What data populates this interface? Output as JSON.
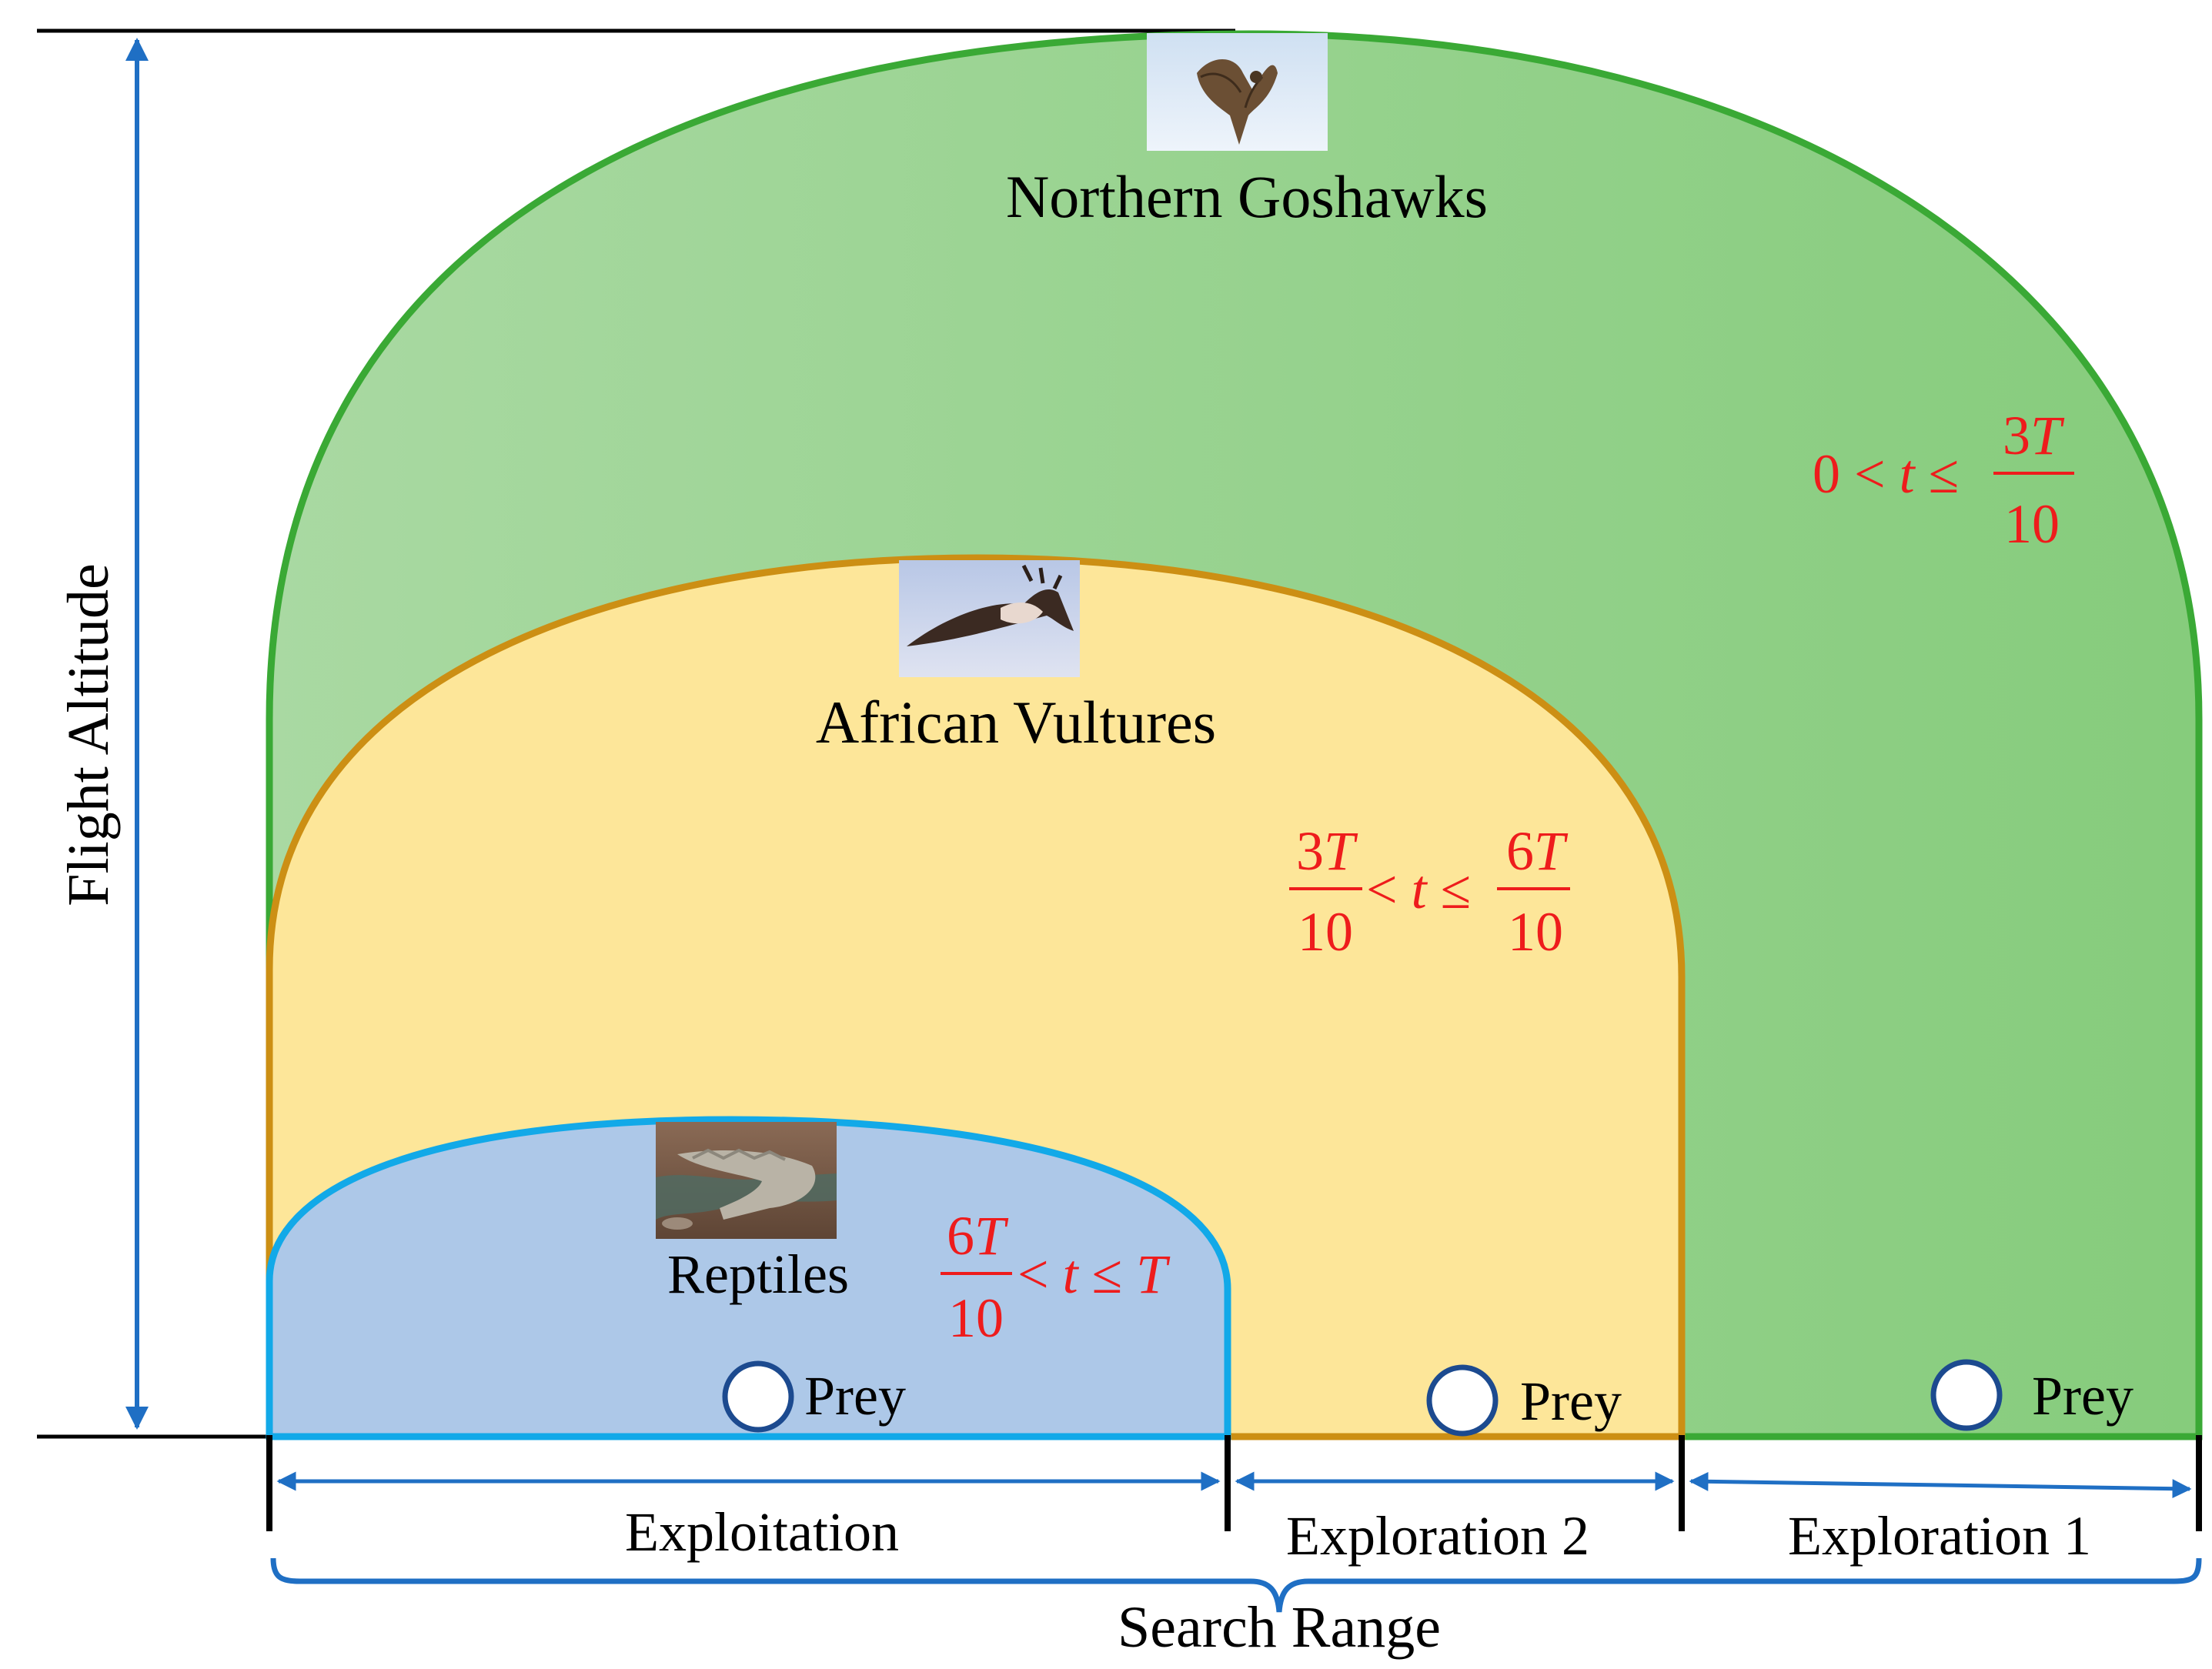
{
  "axis": {
    "vertical_label": "Flight Altitude",
    "horizontal_label": "Search Range"
  },
  "regions": {
    "goshawks": {
      "label": "Northern Goshawks",
      "photo": "northern-goshawk-photo",
      "condition": {
        "left": "0 < ",
        "var": "t",
        "op": " ≤ ",
        "num": "3",
        "num_var": "T",
        "den": "10"
      }
    },
    "vultures": {
      "label": "African Vultures",
      "photo": "african-vulture-photo",
      "condition": {
        "num1": "3",
        "num1_var": "T",
        "den1": "10",
        "op1": " < ",
        "var": "t",
        "op2": " ≤ ",
        "num2": "6",
        "num2_var": "T",
        "den2": "10"
      }
    },
    "reptiles": {
      "label": "Reptiles",
      "photo": "crocodile-photo",
      "condition": {
        "num": "6",
        "num_var": "T",
        "den": "10",
        "op1": " < ",
        "var": "t",
        "op2": " ≤ ",
        "right_var": "T"
      }
    }
  },
  "prey": [
    "Prey",
    "Prey",
    "Prey"
  ],
  "phases": [
    "Exploitation",
    "Exploration 2",
    "Exploration 1"
  ],
  "colors": {
    "goshawk_fill": "#8dce84",
    "goshawk_stroke": "#3aa935",
    "vulture_fill": "#fde699",
    "vulture_stroke": "#cc8f14",
    "reptile_fill": "#adc8e8",
    "reptile_stroke": "#12a9e8",
    "arrow": "#1f6fc4",
    "condition_text": "#ee1c1c"
  }
}
